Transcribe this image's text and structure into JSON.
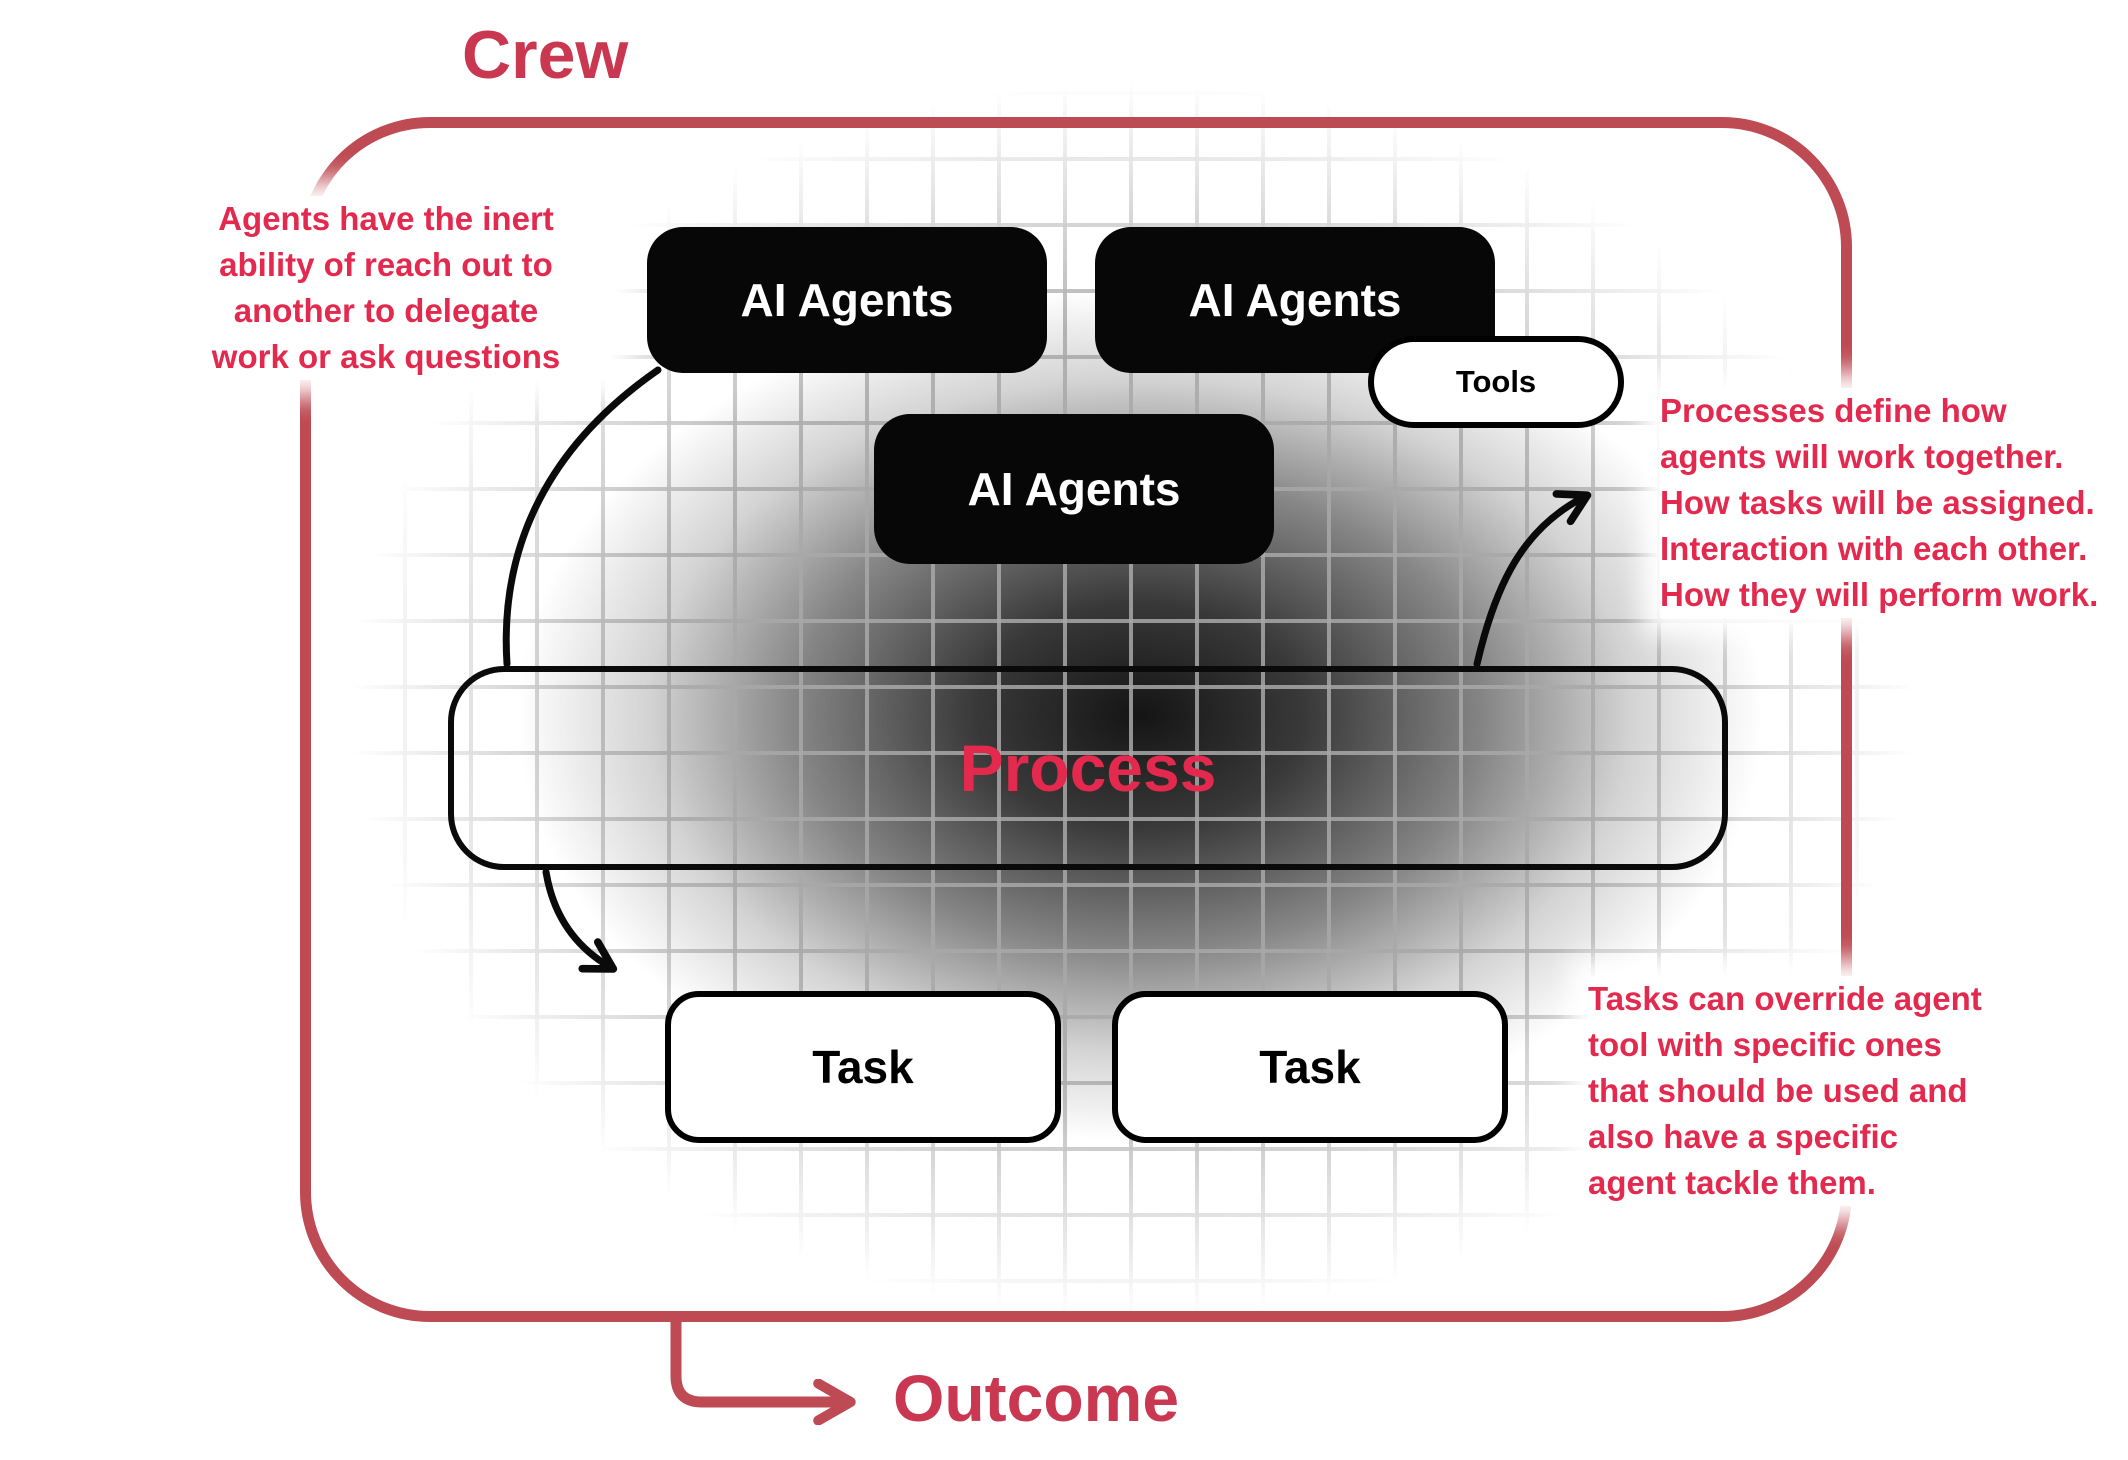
{
  "diagram": {
    "title": "Crew",
    "outcome_label": "Outcome",
    "nodes": {
      "agents": [
        "AI Agents",
        "AI Agents",
        "AI Agents"
      ],
      "tools": "Tools",
      "process": "Process",
      "tasks": [
        "Task",
        "Task"
      ]
    },
    "annotations": {
      "left": "Agents have the inert\nability of reach out to\nanother to delegate\nwork or ask questions",
      "right_top": "Processes define how\nagents will work together.\nHow tasks will be assigned.\nInteraction with each other.\nHow they will perform work.",
      "right_bottom": "Tasks can override agent\ntool with specific ones\nthat should be used and\nalso have a specific\nagent tackle them."
    },
    "colors": {
      "accent_red": "#E3294E",
      "title_red": "#C93750",
      "border_red": "#BE4A53",
      "node_black": "#070707"
    }
  }
}
